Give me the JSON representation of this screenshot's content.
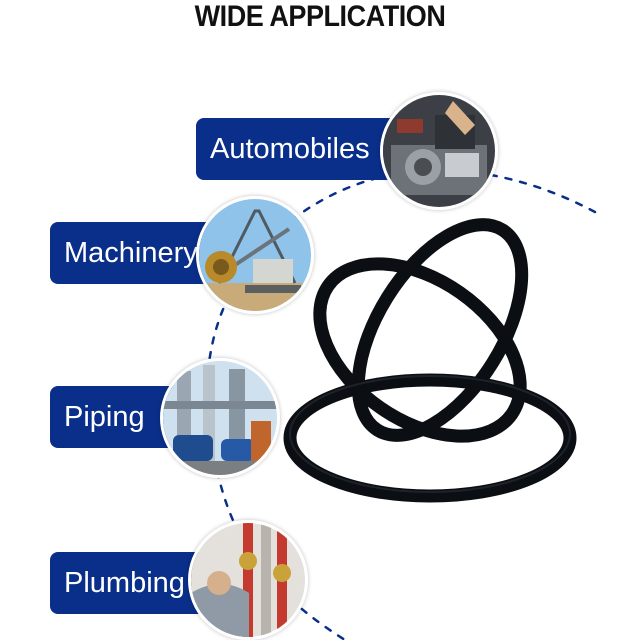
{
  "title": "WIDE APPLICATION",
  "colors": {
    "label_bg": "#0a2f8a",
    "ring": "#0b0f14",
    "dash": "#0a2f8a"
  },
  "applications": [
    {
      "label": "Automobiles",
      "icon": "car-engine-photo"
    },
    {
      "label": "Machinery",
      "icon": "bucket-wheel-excavator-photo"
    },
    {
      "label": "Piping",
      "icon": "industrial-pipes-photo"
    },
    {
      "label": "Plumbing",
      "icon": "plumber-pipes-photo"
    }
  ],
  "product": {
    "icon": "black-o-rings-photo"
  }
}
